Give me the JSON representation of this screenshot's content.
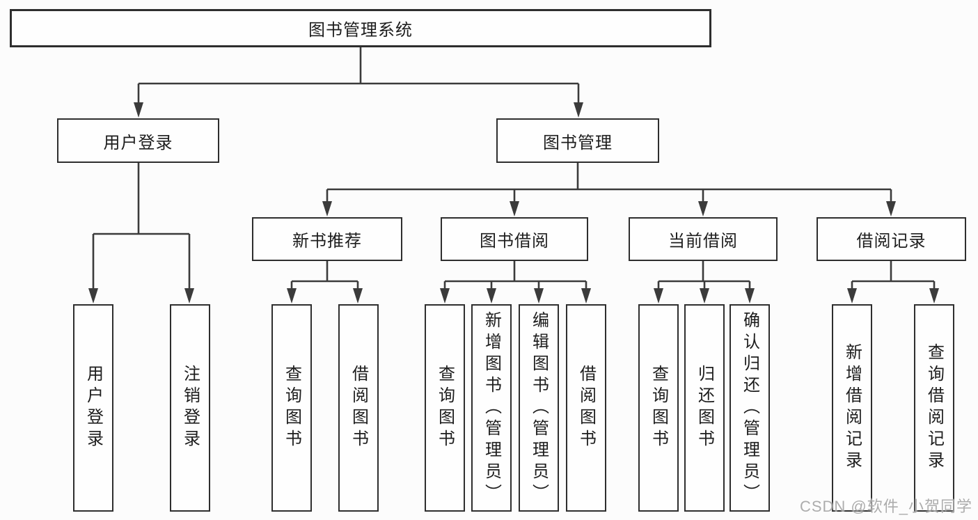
{
  "colors": {
    "line": "#3b3b3b",
    "box_border": "#2e2e2e",
    "text": "#1d1d1d",
    "background": "#fcfcfc",
    "watermark": "#9e9e9e"
  },
  "root": {
    "label": "图书管理系统"
  },
  "login": {
    "label": "用户登录",
    "children": [
      {
        "label": "用户登录"
      },
      {
        "label": "注销登录"
      }
    ]
  },
  "management": {
    "label": "图书管理",
    "sections": [
      {
        "label": "新书推荐",
        "children": [
          {
            "label": "查询图书"
          },
          {
            "label": "借阅图书"
          }
        ]
      },
      {
        "label": "图书借阅",
        "children": [
          {
            "label": "查询图书"
          },
          {
            "label": "新增图书（管理员）"
          },
          {
            "label": "编辑图书（管理员）"
          },
          {
            "label": "借阅图书"
          }
        ]
      },
      {
        "label": "当前借阅",
        "children": [
          {
            "label": "查询图书"
          },
          {
            "label": "归还图书"
          },
          {
            "label": "确认归还（管理员）"
          }
        ]
      },
      {
        "label": "借阅记录",
        "children": [
          {
            "label": "新增借阅记录"
          },
          {
            "label": "查询借阅记录"
          }
        ]
      }
    ]
  },
  "watermark": "CSDN @软件_小贺同学"
}
